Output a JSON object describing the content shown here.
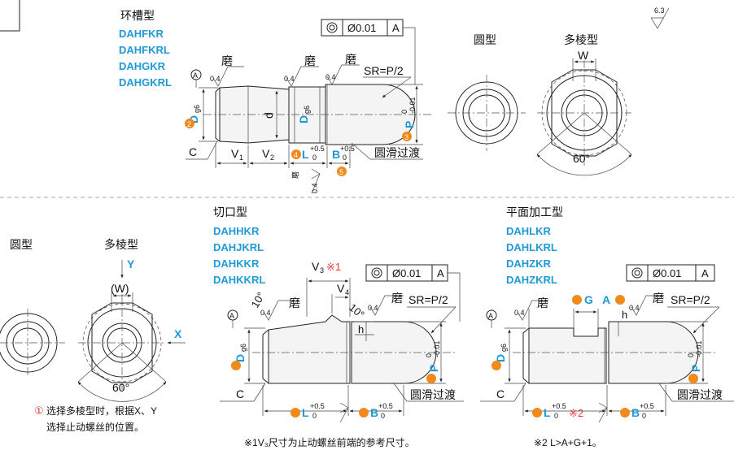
{
  "top_section": {
    "title": "环槽型",
    "models": [
      "DAHFKR",
      "DAHFKRL",
      "DAHGKR",
      "DAHGKRL"
    ],
    "labels": {
      "grind_1": "磨",
      "grind_2": "磨",
      "grind_3": "磨",
      "grind_4": "磨",
      "roughness_04": "0.4",
      "datum": "A",
      "tolerance_value": "Ø0.01",
      "tolerance_datum": "A",
      "sr": "SR=P/2",
      "d": "d",
      "D_g6": "D",
      "g6": "g6",
      "P": "P",
      "P_tol_upper": "0",
      "P_tol_lower": "-0.01",
      "V1": "V",
      "V1_sub": "1",
      "V2": "V",
      "V2_sub": "2",
      "L": "L",
      "L_tol_upper": "+0.5",
      "L_tol_lower": "0",
      "B": "B",
      "B_tol_upper": "+0.5",
      "B_tol_lower": "0",
      "C": "C",
      "transition": "圆滑过渡",
      "num2": "2",
      "num3": "3",
      "num4": "4",
      "num5": "5"
    },
    "round_label": "圆型",
    "poly_label": "多棱型",
    "W": "W",
    "angle": "60°",
    "surface": "6.3"
  },
  "bottom_left": {
    "round_label": "圆型",
    "poly_label": "多棱型",
    "Y": "Y",
    "W": "(W)",
    "X": "X",
    "angle": "60°",
    "note_icon": "①",
    "note_line1": "选择多棱型时，根据X、Y",
    "note_line2": "选择止动螺丝的位置。"
  },
  "bottom_middle": {
    "title": "切口型",
    "models": [
      "DAHHKR",
      "DAHJKRL",
      "DAHKKR",
      "DAHKKRL"
    ],
    "V3": "V",
    "V3_sub": "3",
    "V3_mark": "※1",
    "V4": "V",
    "V4_sub": "4",
    "angle10a": "10°",
    "angle10b": "10°",
    "h": "h",
    "tolerance_value": "Ø0.01",
    "tolerance_datum": "A",
    "sr": "SR=P/2",
    "grind": "磨",
    "grind2": "磨",
    "rough": "0.4",
    "datum": "A",
    "D": "D",
    "g6": "g6",
    "P": "P",
    "P_up": "0",
    "P_low": "-0.01",
    "L": "L",
    "L_up": "+0.5",
    "L_low": "0",
    "B": "B",
    "B_up": "+0.5",
    "B_low": "0",
    "C": "C",
    "transition": "圆滑过渡",
    "footnote": "※1V₃尺寸为止动螺丝前端的参考尺寸。"
  },
  "bottom_right": {
    "title": "平面加工型",
    "models": [
      "DAHLKR",
      "DAHLKRL",
      "DAHZKR",
      "DAHZKRL"
    ],
    "G": "G",
    "A": "A",
    "h": "h",
    "tolerance_value": "Ø0.01",
    "tolerance_datum": "A",
    "sr": "SR=P/2",
    "grind": "磨",
    "grind2": "磨",
    "rough": "0.4",
    "datum": "A",
    "D": "D",
    "g6": "g6",
    "P": "P",
    "P_up": "0",
    "P_low": "-0.01",
    "L": "L",
    "L_up": "+0.5",
    "L_low": "0",
    "L_mark": "※2",
    "B": "B",
    "B_up": "+0.5",
    "B_low": "0",
    "C": "C",
    "transition": "圆滑过渡",
    "footnote": "※2 L>A+G+1。"
  },
  "colors": {
    "accent_blue": "#1f9ad6",
    "accent_orange": "#f08a1c",
    "note_red": "#e63b3b"
  }
}
